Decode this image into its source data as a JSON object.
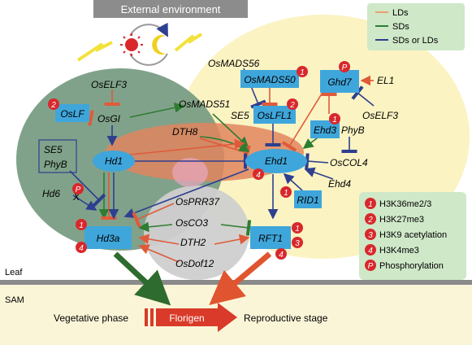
{
  "banner": "External environment",
  "legend_top": [
    {
      "label": "LDs",
      "color": "#e8a070"
    },
    {
      "label": "SDs",
      "color": "#2e7d32"
    },
    {
      "label": "SDs or LDs",
      "color": "#2e3f8f"
    }
  ],
  "genes": {
    "osmads56": "OsMADS56",
    "osmads50": "OsMADS50",
    "ghd7": "Ghd7",
    "el1": "EL1",
    "oself3_top": "OsELF3",
    "oself3_right": "OsELF3",
    "oslf": "OsLF",
    "osgi": "OsGI",
    "osmads51": "OsMADS51",
    "se5_mid": "SE5",
    "oslfl1": "OsLFL1",
    "ehd3": "Ehd3",
    "phyb_mid": "PhyB",
    "dth8": "DTH8",
    "se5_box": "SE5",
    "phyb_box": "PhyB",
    "hd1": "Hd1",
    "ehd1": "Ehd1",
    "oscol4": "OsCOL4",
    "ehd4": "Ehd4",
    "rid1": "RID1",
    "hd6": "Hd6",
    "x": "X",
    "osprr37": "OsPRR37",
    "osco3": "OsCO3",
    "dth2": "DTH2",
    "osdof12": "OsDof12",
    "hd3a": "Hd3a",
    "rft1": "RFT1"
  },
  "mod_legend": [
    {
      "mark": "1",
      "label": "H3K36me2/3"
    },
    {
      "mark": "2",
      "label": "H3K27me3"
    },
    {
      "mark": "3",
      "label": "H3K9 acetylation"
    },
    {
      "mark": "4",
      "label": "H3K4me3"
    },
    {
      "mark": "P",
      "label": "Phosphorylation"
    }
  ],
  "badges": {
    "osmads50": "1",
    "ghd7": "P",
    "oslf": "2",
    "oslfl1": "2",
    "ehd3": "1",
    "ehd1": "4",
    "rid1": "1",
    "hd6": "P",
    "hd3a_top": "1",
    "hd3a_bottom": "4",
    "rft1_top": "1",
    "rft1_mid": "3",
    "rft1_bottom": "4"
  },
  "labels": {
    "leaf": "Leaf",
    "sam": "SAM",
    "vegetative": "Vegetative phase",
    "florigen": "Florigen",
    "reproductive": "Reproductive stage"
  },
  "colors": {
    "green_ellipse": "#7a9d84",
    "yellow_ellipse": "#fbf3c2",
    "orange_ellipse": "#e0855e",
    "grey_circle": "#cfcfcf",
    "blue_box": "#3fa6db",
    "badge_red": "#d8282c",
    "florigen_red": "#d93a2a",
    "bottom_band": "#fbf5d8",
    "legend_green": "#cfe8c8"
  }
}
